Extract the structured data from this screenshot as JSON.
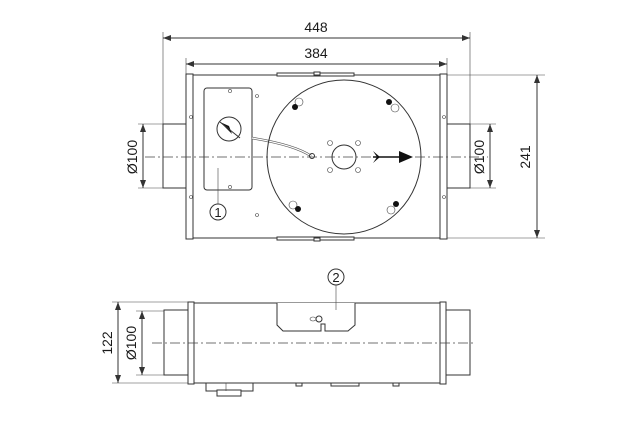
{
  "dimensions": {
    "overall_length": "448",
    "body_length": "384",
    "height": "241",
    "duct_diameter_top_left": "Ø100",
    "duct_diameter_top_right": "Ø100",
    "side_height": "122",
    "duct_diameter_side": "Ø100"
  },
  "callouts": {
    "item1": "1",
    "item2": "2"
  }
}
